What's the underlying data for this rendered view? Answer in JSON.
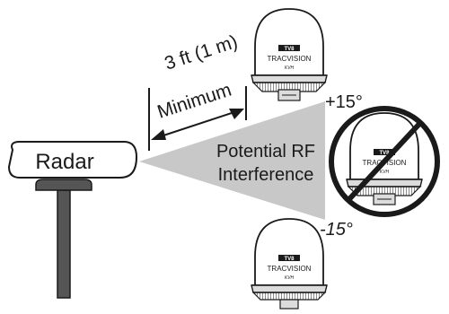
{
  "radar": {
    "label": "Radar"
  },
  "clearance": {
    "distance": "3 ft (1 m)",
    "qualifier": "Minimum"
  },
  "interference": {
    "line1": "Potential RF",
    "line2": "Interference"
  },
  "angles": {
    "upper": "+15°",
    "lower": "-15°"
  },
  "antenna": {
    "badge": "TV8",
    "brand": "TRACVISION",
    "maker": "KVH"
  },
  "colors": {
    "stroke": "#1a1a1a",
    "beam": "#c8c8c8",
    "body_gray": "#dcdcdc",
    "pedestal": "#555555"
  }
}
